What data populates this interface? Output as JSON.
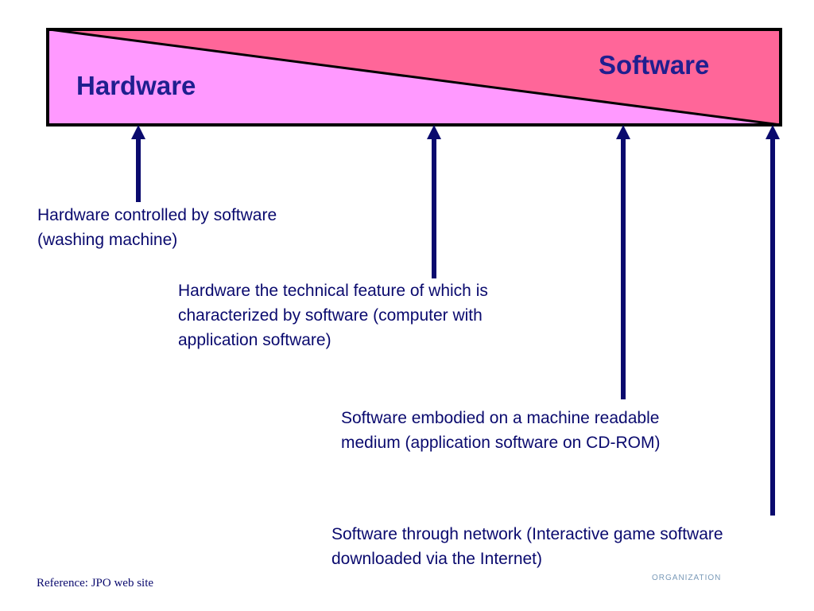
{
  "band": {
    "hardware_label": "Hardware",
    "software_label": "Software",
    "hardware_color": "#ff99ff",
    "software_color": "#ff6699",
    "arrow_color": "#0a0a6e"
  },
  "items": [
    {
      "lines": [
        "Hardware controlled by software",
        "(washing machine)"
      ]
    },
    {
      "lines": [
        "Hardware the technical feature of which is",
        "characterized by software   (computer with",
        "application software)"
      ]
    },
    {
      "lines": [
        "Software embodied on a machine readable",
        "medium (application software on CD-ROM)"
      ]
    },
    {
      "lines": [
        "Software through network (Interactive game software",
        "downloaded via the Internet)"
      ]
    }
  ],
  "footer": {
    "reference": "Reference: JPO web site",
    "watermark": "ORGANIZATION"
  }
}
